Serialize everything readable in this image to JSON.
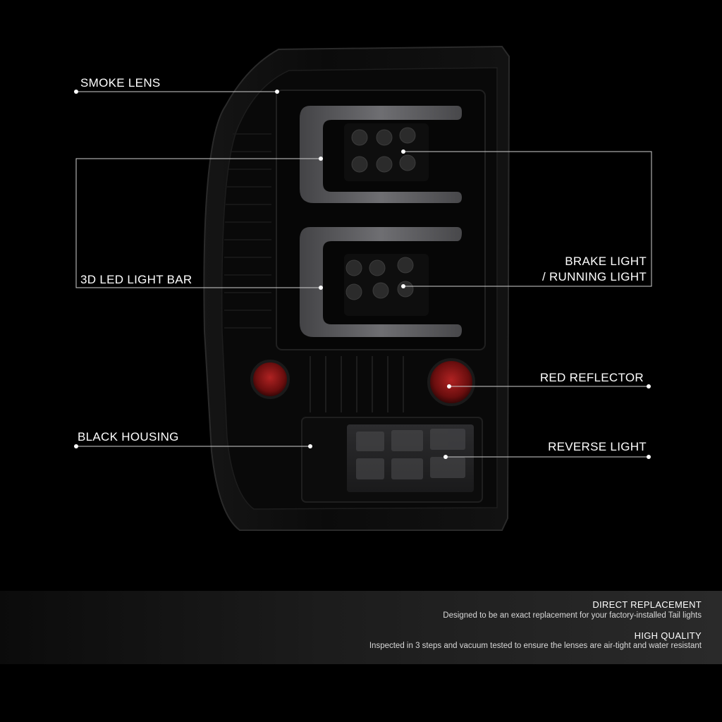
{
  "callouts": {
    "smoke_lens": "SMOKE LENS",
    "led_light_bar": "3D LED LIGHT BAR",
    "brake_light_line1": "BRAKE LIGHT",
    "brake_light_line2": "/ RUNNING LIGHT",
    "red_reflector": "RED REFLECTOR",
    "black_housing": "BLACK HOUSING",
    "reverse_light": "REVERSE LIGHT"
  },
  "features": [
    {
      "title": "DIRECT REPLACEMENT",
      "text": "Designed to be an exact replacement for your factory-installed Tail lights"
    },
    {
      "title": "HIGH QUALITY",
      "text": "Inspected in 3 steps and vacuum tested to ensure the lenses are air-tight and water resistant"
    }
  ],
  "colors": {
    "background": "#000000",
    "housing": "#0a0a0a",
    "light_bar": "#6f6f72",
    "reflector": "#8a1414",
    "callout_line": "#cfcfcf"
  }
}
